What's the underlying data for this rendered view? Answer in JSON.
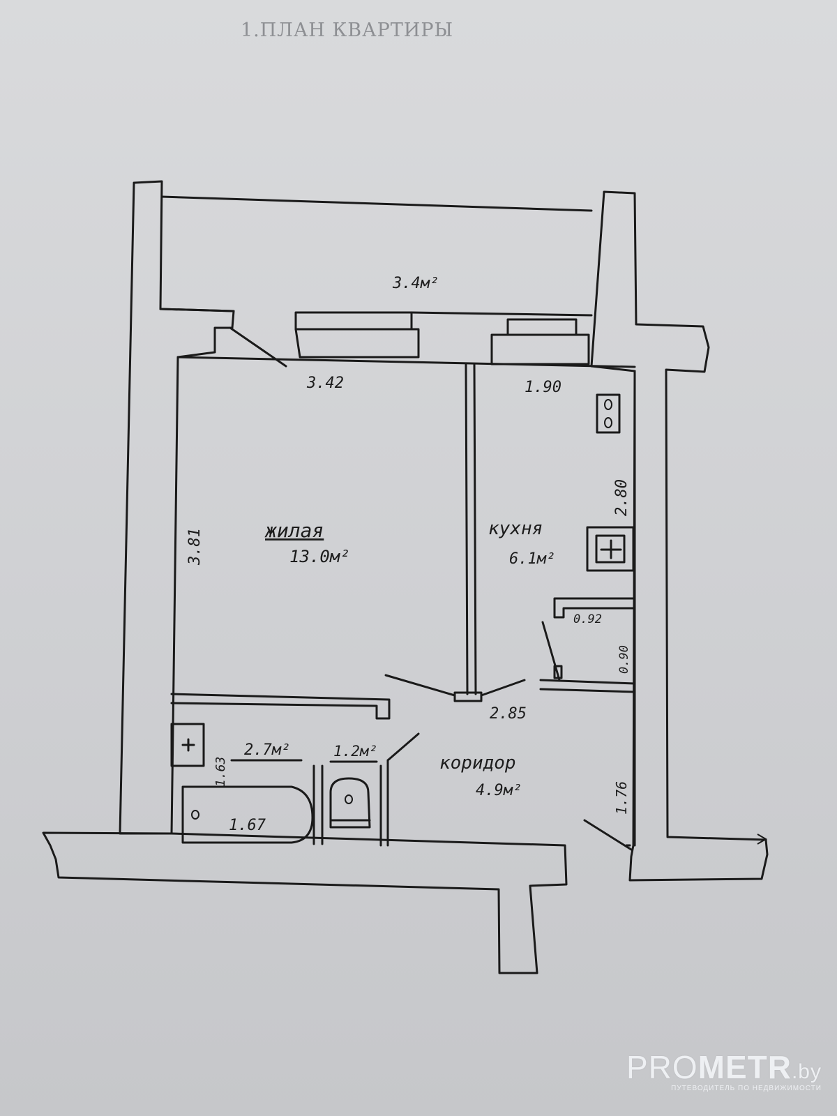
{
  "title": "1.ПЛАН КВАРТИРЫ",
  "rooms": {
    "balcony": {
      "area": "3.4м²"
    },
    "living": {
      "name": "жилая",
      "area": "13.0м²"
    },
    "kitchen": {
      "name": "кухня",
      "area": "6.1м²"
    },
    "corridor": {
      "name": "коридор",
      "area": "4.9м²"
    },
    "bathroom": {
      "area": "2.7м²"
    },
    "toilet": {
      "area": "1.2м²"
    }
  },
  "dimensions": {
    "living_width": "3.42",
    "living_height": "3.81",
    "kitchen_width": "1.90",
    "kitchen_height": "2.80",
    "closet_width": "0.92",
    "closet_height": "0.90",
    "corridor_width": "2.85",
    "corridor_height": "1.76",
    "bath_height": "1.63",
    "bath_length": "1.67"
  },
  "watermark": {
    "brand_light": "PRO",
    "brand_bold": "METR",
    "brand_domain": ".by",
    "tagline": "ПУТЕВОДИТЕЛЬ ПО НЕДВИЖИМОСТИ"
  }
}
